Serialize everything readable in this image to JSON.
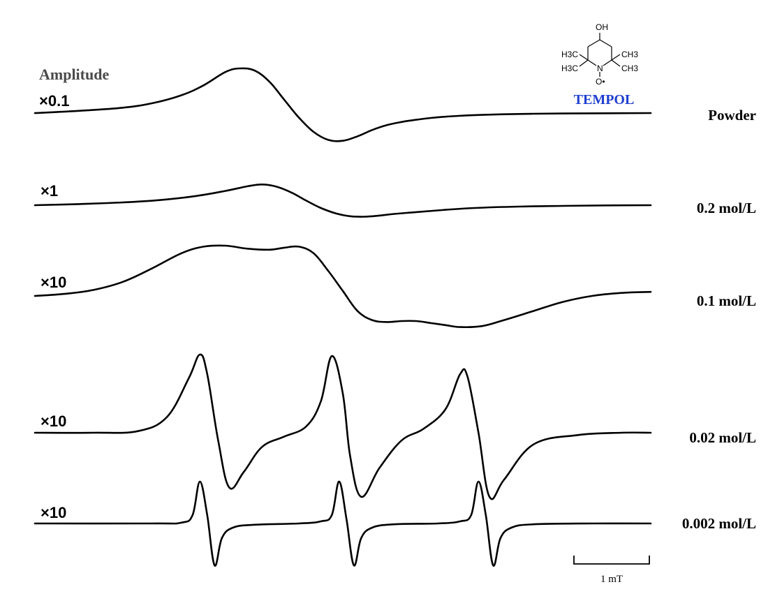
{
  "chart_data": {
    "type": "line",
    "title": "",
    "ylabel": "Amplitude",
    "xlabel": "",
    "grid": false,
    "legend": "none",
    "series": [
      {
        "name": "Powder",
        "multiplier": "×0.1",
        "x": [
          -4.2,
          -3.6,
          -3.0,
          -2.6,
          -2.2,
          -1.9,
          -1.6,
          -1.4,
          -1.2,
          -1.0,
          -0.8,
          -0.6,
          -0.4,
          -0.2,
          0.0,
          0.2,
          0.4,
          0.6,
          0.8,
          1.0,
          1.2,
          1.5,
          1.9,
          2.4,
          3.0,
          3.6,
          4.2
        ],
        "y": [
          0.0,
          0.05,
          0.12,
          0.22,
          0.4,
          0.62,
          0.92,
          1.0,
          0.95,
          0.7,
          0.3,
          -0.1,
          -0.42,
          -0.6,
          -0.62,
          -0.52,
          -0.38,
          -0.27,
          -0.2,
          -0.15,
          -0.11,
          -0.07,
          -0.04,
          -0.02,
          -0.01,
          -0.005,
          0.0
        ]
      },
      {
        "name": "0.2 mol/L",
        "multiplier": "×1",
        "x": [
          -4.2,
          -3.6,
          -3.0,
          -2.5,
          -2.0,
          -1.6,
          -1.3,
          -1.1,
          -0.9,
          -0.7,
          -0.5,
          -0.3,
          -0.1,
          0.1,
          0.3,
          0.5,
          0.7,
          1.0,
          1.4,
          1.8,
          2.4,
          3.0,
          3.6,
          4.2
        ],
        "y": [
          0.0,
          0.05,
          0.12,
          0.22,
          0.4,
          0.62,
          0.82,
          0.9,
          0.8,
          0.55,
          0.2,
          -0.12,
          -0.35,
          -0.48,
          -0.5,
          -0.45,
          -0.38,
          -0.3,
          -0.2,
          -0.12,
          -0.06,
          -0.03,
          -0.01,
          0.0
        ]
      },
      {
        "name": "0.1 mol/L",
        "multiplier": "×10",
        "x": [
          -4.2,
          -3.8,
          -3.4,
          -3.0,
          -2.6,
          -2.2,
          -1.9,
          -1.6,
          -1.3,
          -1.0,
          -0.8,
          -0.6,
          -0.4,
          -0.2,
          0.0,
          0.2,
          0.4,
          0.6,
          0.8,
          1.0,
          1.2,
          1.4,
          1.6,
          1.9,
          2.2,
          2.6,
          3.0,
          3.4,
          3.8,
          4.2
        ],
        "y": [
          0.0,
          0.04,
          0.12,
          0.28,
          0.55,
          0.85,
          0.98,
          1.0,
          0.94,
          0.92,
          0.96,
          0.98,
          0.85,
          0.5,
          0.1,
          -0.3,
          -0.48,
          -0.52,
          -0.5,
          -0.5,
          -0.54,
          -0.58,
          -0.62,
          -0.6,
          -0.48,
          -0.3,
          -0.12,
          0.0,
          0.06,
          0.08
        ]
      },
      {
        "name": "0.02 mol/L",
        "multiplier": "×10",
        "x": [
          -4.2,
          -3.4,
          -2.8,
          -2.4,
          -2.1,
          -1.95,
          -1.85,
          -1.7,
          -1.55,
          -1.35,
          -1.1,
          -0.8,
          -0.5,
          -0.3,
          -0.15,
          0.0,
          0.1,
          0.25,
          0.5,
          0.8,
          1.1,
          1.4,
          1.6,
          1.7,
          1.85,
          2.0,
          2.2,
          2.6,
          3.2,
          3.8,
          4.2
        ],
        "y": [
          0.0,
          0.0,
          0.02,
          0.2,
          0.7,
          1.0,
          0.75,
          -0.1,
          -0.7,
          -0.5,
          -0.18,
          -0.05,
          0.08,
          0.4,
          0.98,
          0.5,
          -0.3,
          -0.82,
          -0.45,
          -0.1,
          0.05,
          0.3,
          0.75,
          0.72,
          0.0,
          -0.82,
          -0.6,
          -0.15,
          -0.03,
          0.0,
          0.0
        ]
      },
      {
        "name": "0.002 mol/L",
        "multiplier": "×10",
        "x": [
          -4.2,
          -2.6,
          -2.2,
          -2.05,
          -1.95,
          -1.85,
          -1.75,
          -1.65,
          -1.5,
          -1.2,
          -0.6,
          -0.3,
          -0.15,
          -0.05,
          0.05,
          0.15,
          0.25,
          0.4,
          0.7,
          1.3,
          1.6,
          1.75,
          1.85,
          1.95,
          2.05,
          2.15,
          2.3,
          2.6,
          3.4,
          4.2
        ],
        "y": [
          0.0,
          0.0,
          0.02,
          0.2,
          1.0,
          0.2,
          -1.0,
          -0.35,
          -0.1,
          -0.03,
          0.0,
          0.05,
          0.2,
          1.0,
          0.1,
          -1.0,
          -0.35,
          -0.1,
          -0.02,
          0.0,
          0.05,
          0.2,
          1.0,
          0.2,
          -1.0,
          -0.35,
          -0.1,
          -0.02,
          0.0,
          0.0
        ]
      }
    ],
    "scale_bar": "1 mT",
    "inset": {
      "molecule": "TEMPOL",
      "labels": [
        "OH",
        "H3C",
        "CH3",
        "H3C",
        "CH3",
        "N",
        "O•"
      ],
      "color": "#1f3fd0"
    }
  }
}
